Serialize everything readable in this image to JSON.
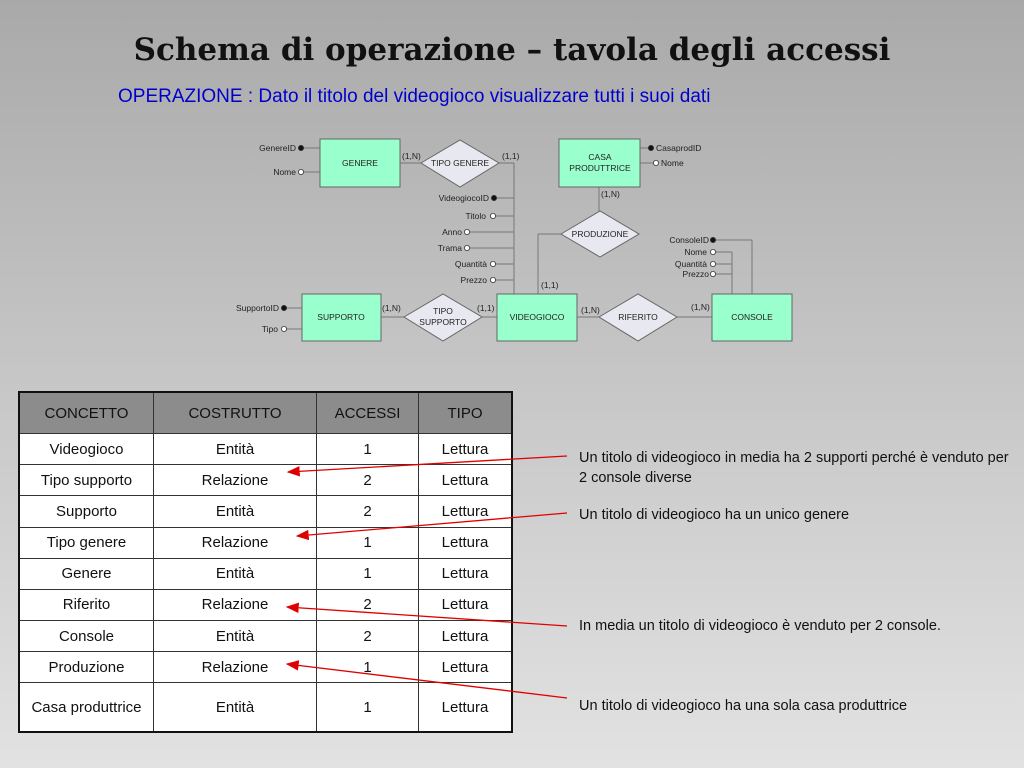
{
  "title": "Schema di operazione – tavola degli accessi",
  "subtitle": "OPERAZIONE : Dato il titolo del videogioco visualizzare tutti i suoi dati",
  "diagram": {
    "entities": {
      "genere": "GENERE",
      "casa_line1": "CASA",
      "casa_line2": "PRODUTTRICE",
      "supporto": "SUPPORTO",
      "videogioco": "VIDEOGIOCO",
      "console": "CONSOLE"
    },
    "relations": {
      "tipo_genere": "TIPO GENERE",
      "produzione": "PRODUZIONE",
      "tipo_supporto_line1": "TIPO",
      "tipo_supporto_line2": "SUPPORTO",
      "riferito": "RIFERITO"
    },
    "attributes": {
      "genere_id": "GenereID",
      "genere_nome": "Nome",
      "casa_id": "CasaprodID",
      "casa_nome": "Nome",
      "vg_id": "VideogiocoID",
      "vg_titolo": "Titolo",
      "vg_anno": "Anno",
      "vg_trama": "Trama",
      "vg_quantita": "Quantità",
      "vg_prezzo": "Prezzo",
      "console_id": "ConsoleID",
      "console_nome": "Nome",
      "console_quantita": "Quantità",
      "console_prezzo": "Prezzo",
      "supporto_id": "SupportoID",
      "supporto_tipo": "Tipo"
    },
    "cardinalities": {
      "genere_tg": "(1,N)",
      "vg_tg": "(1,1)",
      "casa_prod": "(1,N)",
      "vg_prod": "(1,1)",
      "supporto_ts": "(1,N)",
      "vg_ts": "(1,1)",
      "vg_rif": "(1,N)",
      "console_rif": "(1,N)"
    }
  },
  "table": {
    "headers": [
      "CONCETTO",
      "COSTRUTTO",
      "ACCESSI",
      "TIPO"
    ],
    "rows": [
      [
        "Videogioco",
        "Entità",
        "1",
        "Lettura"
      ],
      [
        "Tipo supporto",
        "Relazione",
        "2",
        "Lettura"
      ],
      [
        "Supporto",
        "Entità",
        "2",
        "Lettura"
      ],
      [
        "Tipo genere",
        "Relazione",
        "1",
        "Lettura"
      ],
      [
        "Genere",
        "Entità",
        "1",
        "Lettura"
      ],
      [
        "Riferito",
        "Relazione",
        "2",
        "Lettura"
      ],
      [
        "Console",
        "Entità",
        "2",
        "Lettura"
      ],
      [
        "Produzione",
        "Relazione",
        "1",
        "Lettura"
      ],
      [
        "Casa produttrice",
        "Entità",
        "1",
        "Lettura"
      ]
    ]
  },
  "notes": [
    "Un titolo di videogioco in media ha 2 supporti perché è venduto per 2 console diverse",
    "Un titolo di videogioco ha un unico genere",
    "In media un titolo di videogioco è venduto per 2 console.",
    "Un titolo di videogioco ha una sola casa produttrice"
  ],
  "colors": {
    "entity_fill": "#99ffcc",
    "relation_fill": "#e8e8f0",
    "subtitle": "#0000cc",
    "arrow": "#e00000",
    "header_fill": "#8c8c8c"
  }
}
